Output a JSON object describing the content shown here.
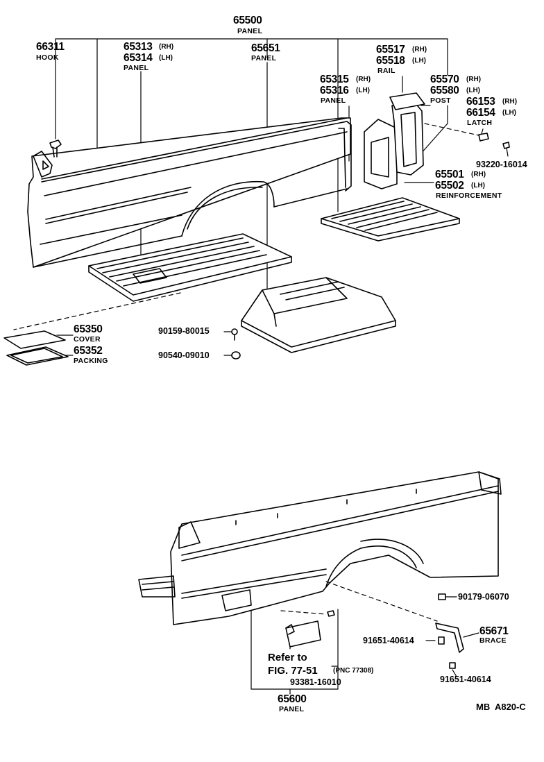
{
  "parts": {
    "p65500": {
      "no": "65500",
      "name": "PANEL"
    },
    "p66311": {
      "no": "66311",
      "name": "HOOK"
    },
    "p65313": {
      "no": "65313",
      "sfx": "(RH)"
    },
    "p65314": {
      "no": "65314",
      "sfx": "(LH)",
      "name": "PANEL"
    },
    "p65651": {
      "no": "65651",
      "name": "PANEL"
    },
    "p65517": {
      "no": "65517",
      "sfx": "(RH)"
    },
    "p65518": {
      "no": "65518",
      "sfx": "(LH)",
      "name": "RAIL"
    },
    "p65315": {
      "no": "65315",
      "sfx": "(RH)"
    },
    "p65316": {
      "no": "65316",
      "sfx": "(LH)",
      "name": "PANEL"
    },
    "p65570": {
      "no": "65570",
      "sfx": "(RH)"
    },
    "p65580": {
      "no": "65580",
      "sfx": "(LH)",
      "name": "POST"
    },
    "p66153": {
      "no": "66153",
      "sfx": "(RH)"
    },
    "p66154": {
      "no": "66154",
      "sfx": "(LH)",
      "name": "LATCH"
    },
    "p93220": {
      "no": "93220-16014"
    },
    "p65501": {
      "no": "65501",
      "sfx": "(RH)"
    },
    "p65502": {
      "no": "65502",
      "sfx": "(LH)",
      "name": "REINFORCEMENT"
    },
    "p65350": {
      "no": "65350",
      "name": "COVER"
    },
    "p65352": {
      "no": "65352",
      "name": "PACKING"
    },
    "p90159": {
      "no": "90159-80015"
    },
    "p90540": {
      "no": "90540-09010"
    },
    "p90179": {
      "no": "90179-06070"
    },
    "p65671": {
      "no": "65671",
      "name": "BRACE"
    },
    "p91651a": {
      "no": "91651-40614"
    },
    "p91651b": {
      "no": "91651-40614"
    },
    "p93381": {
      "no": "93381-16010"
    },
    "p65600": {
      "no": "65600",
      "name": "PANEL"
    }
  },
  "reference": {
    "line1": "Refer to",
    "line2": "FIG. 77-51",
    "pnc": "(PNC 77308)"
  },
  "diagram_code": "MB  A820-C"
}
